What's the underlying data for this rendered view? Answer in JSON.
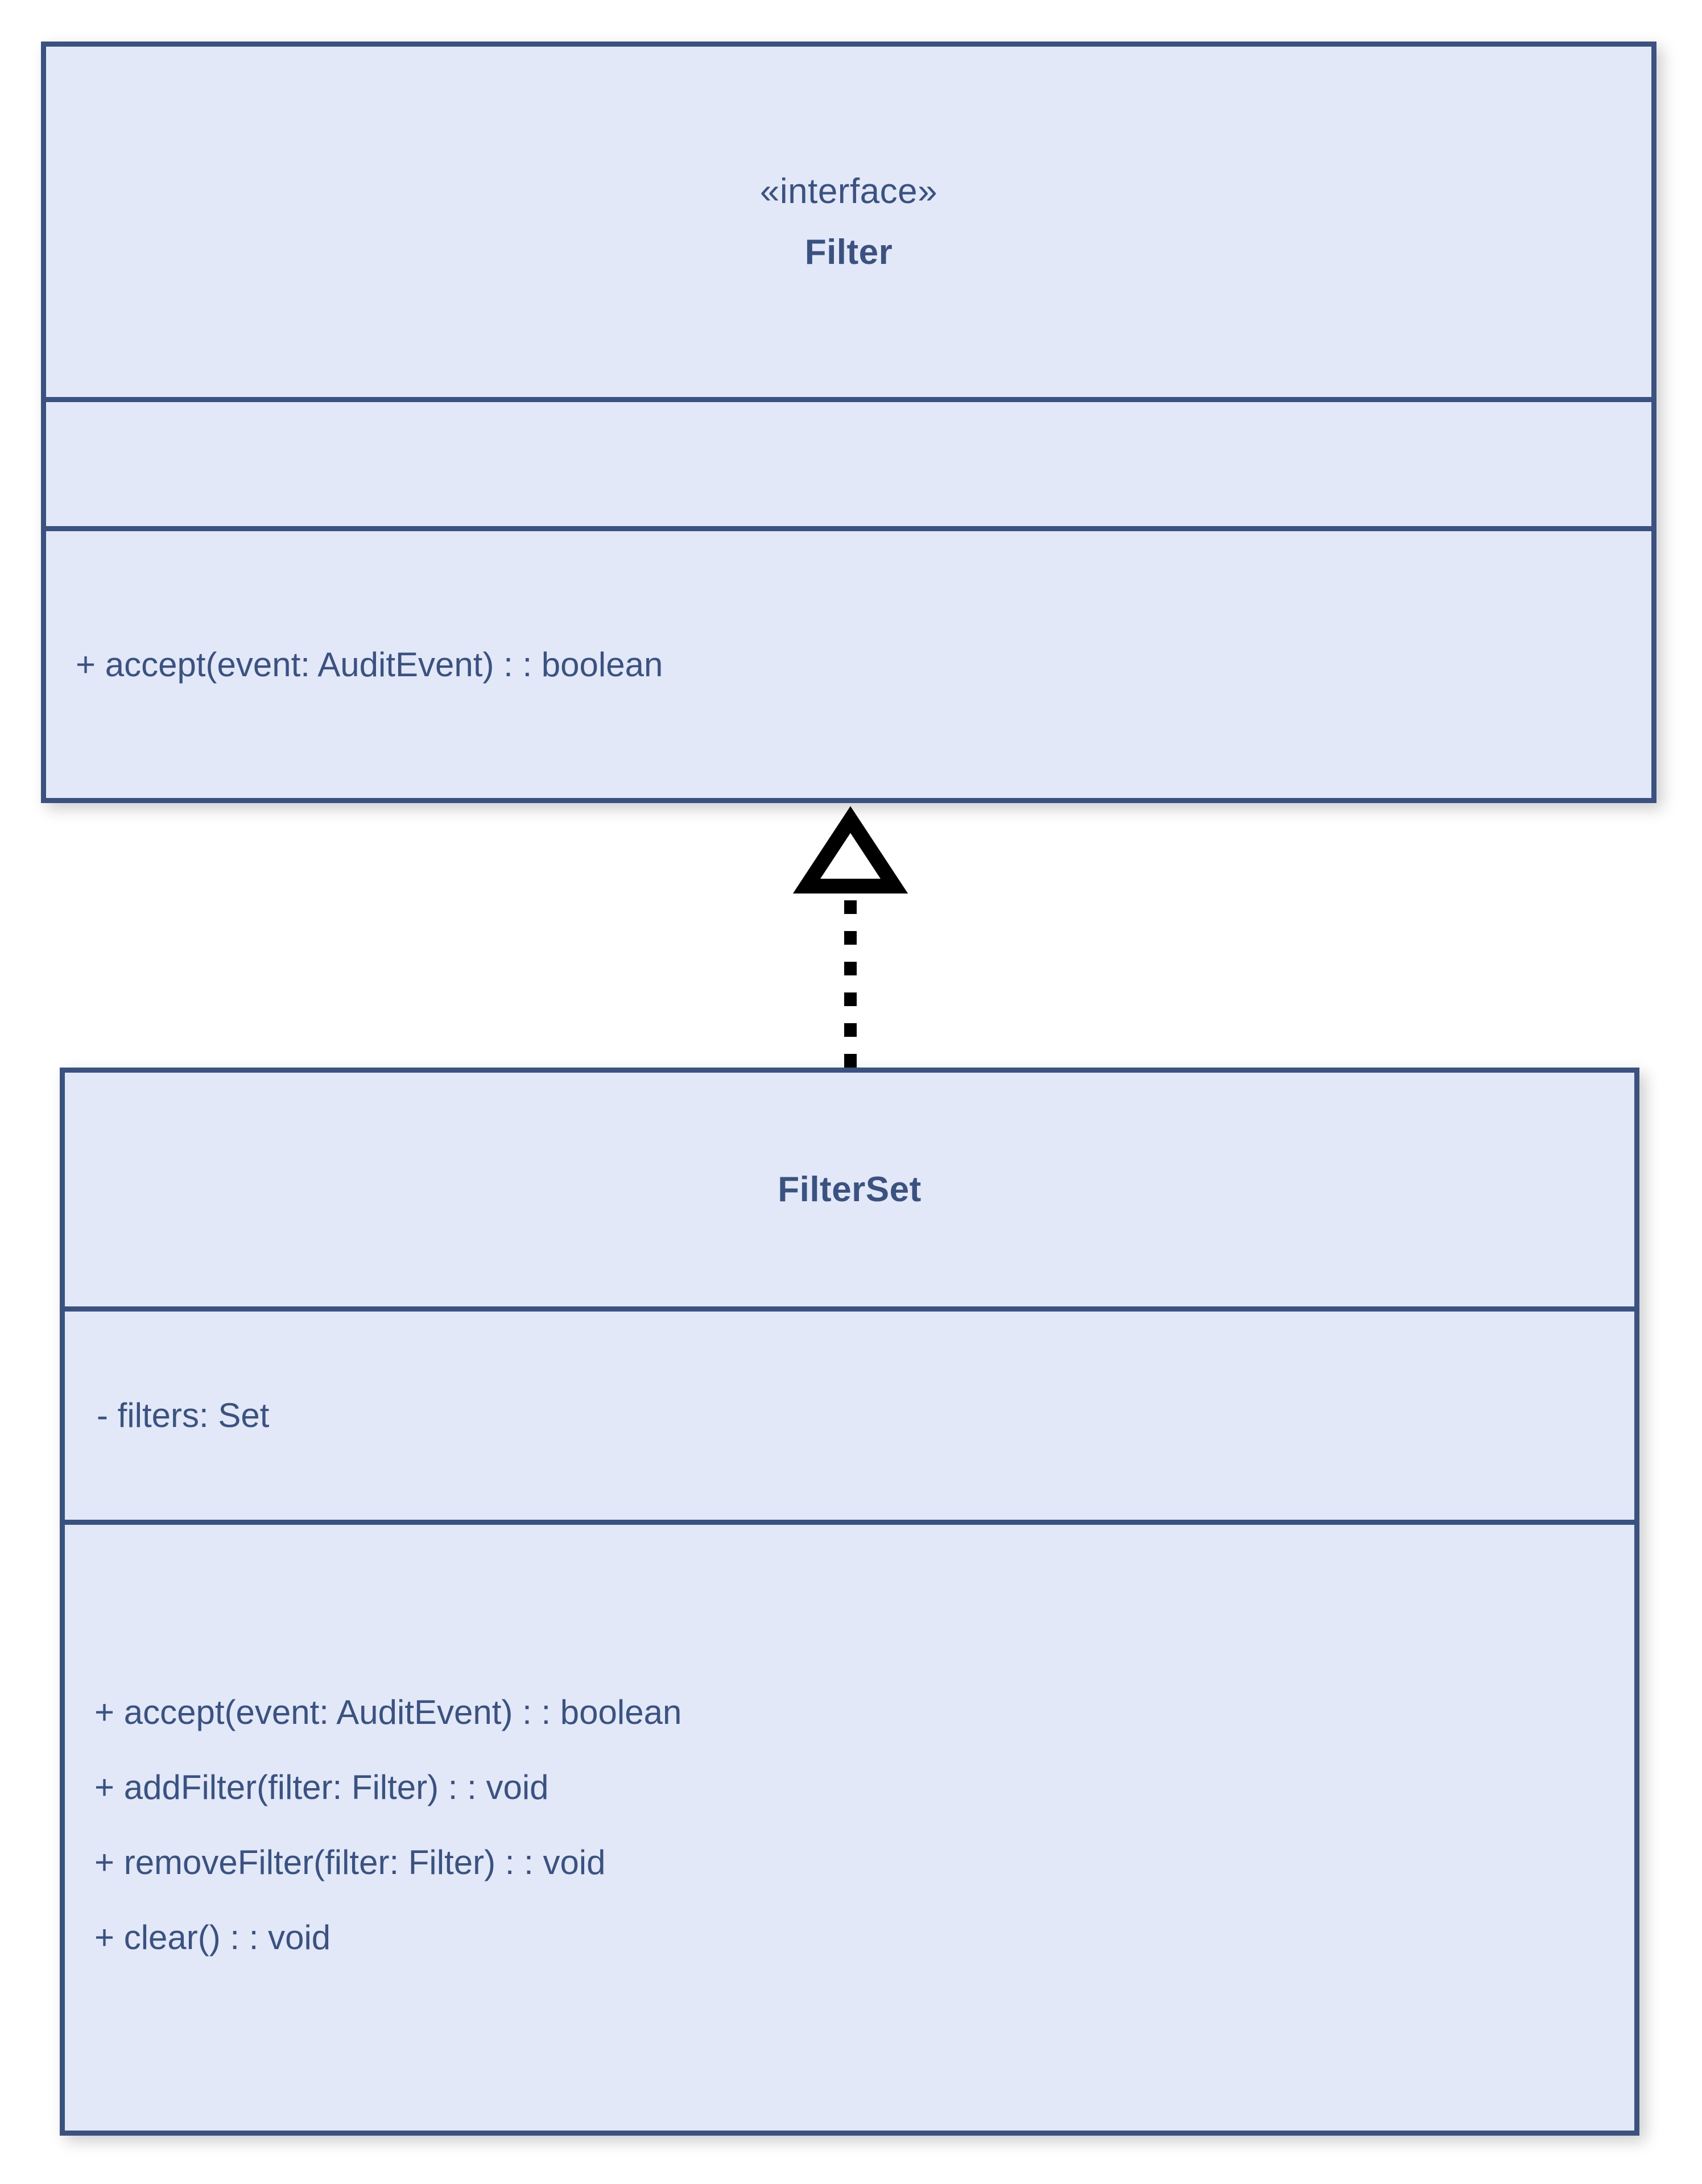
{
  "diagram": {
    "type": "uml-class-diagram",
    "background_color": "#ffffff",
    "box_fill_color": "#e2e8f8",
    "box_border_color": "#3b5280",
    "text_color": "#3b5280",
    "connector_color": "#000000"
  },
  "classes": [
    {
      "id": "filter",
      "stereotype": "«interface»",
      "name": "Filter",
      "attributes": [],
      "operations": [
        "+ accept(event: AuditEvent) : : boolean"
      ]
    },
    {
      "id": "filterset",
      "stereotype": "",
      "name": "FilterSet",
      "attributes": [
        "- filters: Set"
      ],
      "operations": [
        "+ accept(event: AuditEvent) : : boolean",
        "+ addFilter(filter: Filter) : : void",
        "+ removeFilter(filter: Filter) : : void",
        "+ clear() : : void"
      ]
    }
  ],
  "relationships": [
    {
      "id": "filterset-realizes-filter",
      "kind": "realization",
      "from": "FilterSet",
      "to": "Filter",
      "line_style": "dotted",
      "arrowhead": "hollow-triangle"
    }
  ]
}
